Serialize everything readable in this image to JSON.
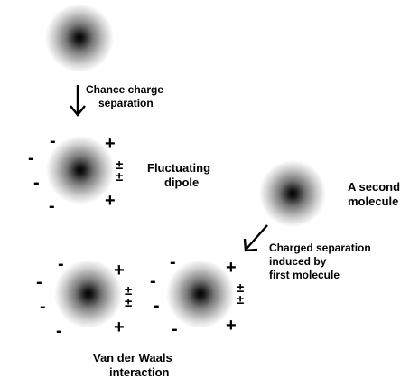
{
  "annotations": {
    "chance": [
      "Chance charge",
      "separation"
    ],
    "fluctuating": [
      "Fluctuating",
      "dipole"
    ],
    "second": [
      "A second",
      "molecule"
    ],
    "induced": [
      "Charged separation",
      "induced by",
      "first molecule"
    ],
    "vdw": [
      "Van der Waals",
      "interaction"
    ]
  },
  "charges": {
    "negative": "-",
    "positive": "+",
    "plus_minus": "±"
  },
  "colors": {
    "core": "#000000",
    "halo": "#ffffff",
    "ink": "#000000"
  }
}
